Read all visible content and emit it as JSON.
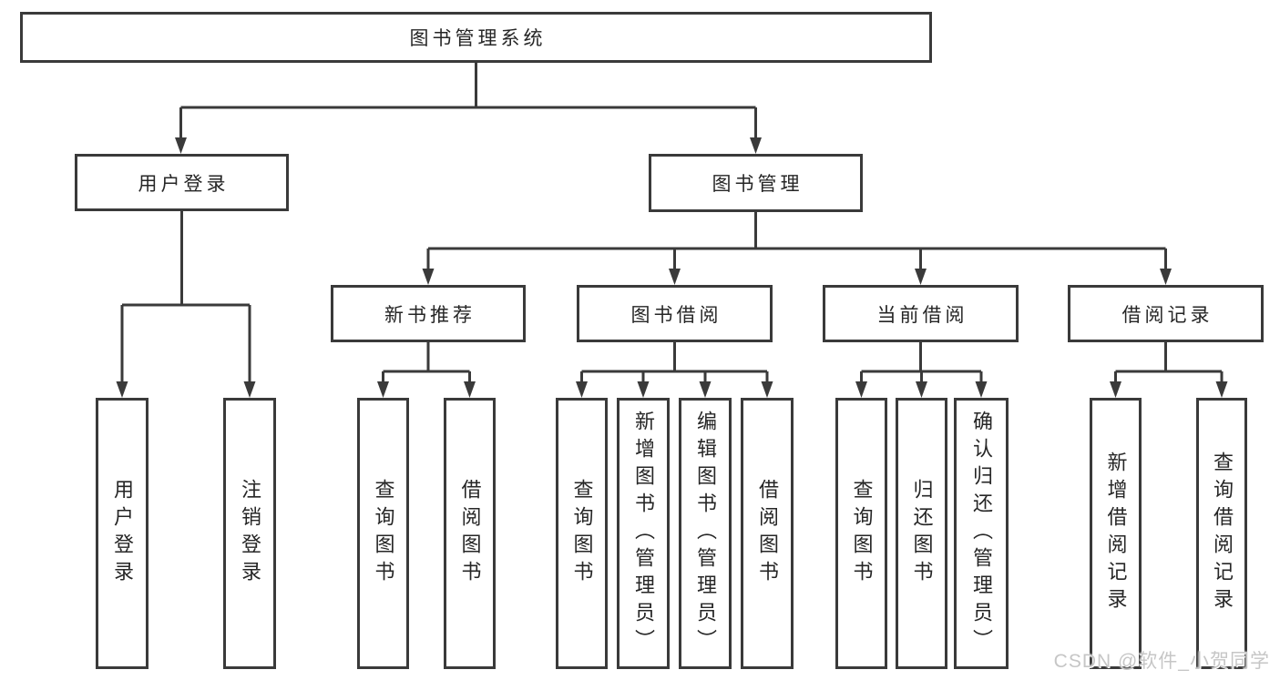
{
  "colors": {
    "line": "#3a3a3a",
    "box_border": "#3a3a3a",
    "text": "#262626",
    "watermark_text": "#c6c6c6",
    "background": "#ffffff"
  },
  "watermark": "CSDN @软件_小贺同学",
  "tree": {
    "label": "图书管理系统",
    "children": [
      {
        "label": "用户登录",
        "children": [
          {
            "label": "用户登录"
          },
          {
            "label": "注销登录"
          }
        ]
      },
      {
        "label": "图书管理",
        "children": [
          {
            "label": "新书推荐",
            "children": [
              {
                "label": "查询图书"
              },
              {
                "label": "借阅图书"
              }
            ]
          },
          {
            "label": "图书借阅",
            "children": [
              {
                "label": "查询图书"
              },
              {
                "label": "新增图书（管理员）"
              },
              {
                "label": "编辑图书（管理员）"
              },
              {
                "label": "借阅图书"
              }
            ]
          },
          {
            "label": "当前借阅",
            "children": [
              {
                "label": "查询图书"
              },
              {
                "label": "归还图书"
              },
              {
                "label": "确认归还（管理员）"
              }
            ]
          },
          {
            "label": "借阅记录",
            "children": [
              {
                "label": "新增借阅记录"
              },
              {
                "label": "查询借阅记录"
              }
            ]
          }
        ]
      }
    ]
  }
}
